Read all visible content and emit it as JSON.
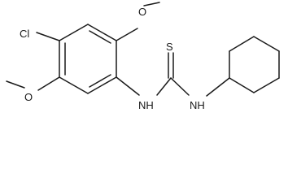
{
  "molecule": {
    "atoms": {
      "cl": "Cl",
      "o_top": "O",
      "o_bottom": "O",
      "s": "S",
      "nh_left": "NH",
      "nh_right": "NH"
    }
  },
  "colors": {
    "bond": "#1a1a1a",
    "background": "#ffffff"
  }
}
